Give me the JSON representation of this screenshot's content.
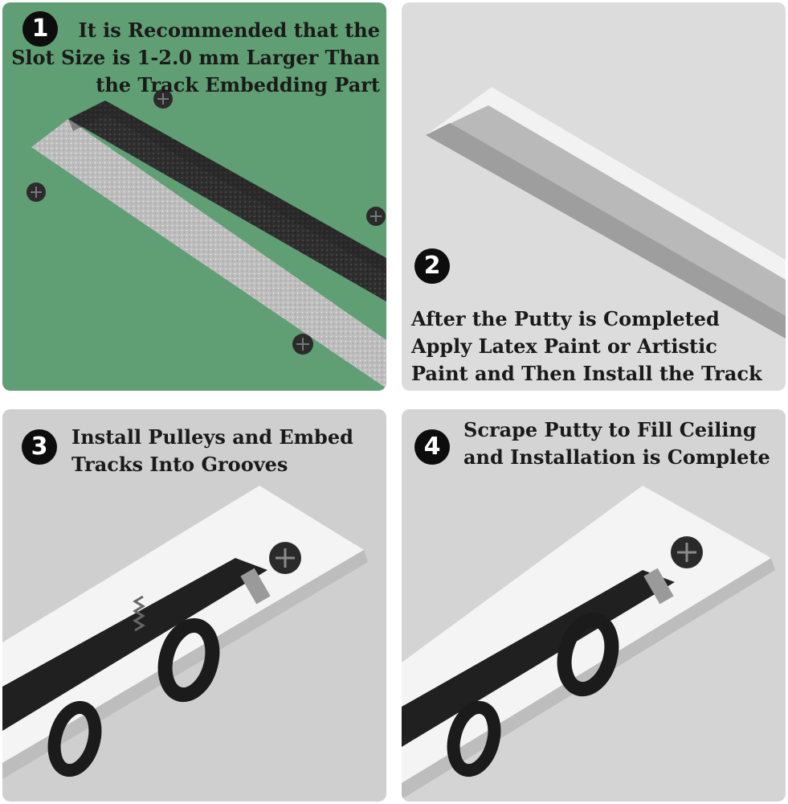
{
  "steps": [
    {
      "number": "1",
      "lines": [
        "It is Recommended that the",
        "Slot Size is 1-2.0 mm Larger Than",
        "the Track Embedding Part"
      ],
      "accent": "#5f9f73"
    },
    {
      "number": "2",
      "lines": [
        "After the Putty is Completed",
        "Apply Latex Paint or Artistic",
        "Paint and Then Install the Track"
      ],
      "accent": "#dcdcdc"
    },
    {
      "number": "3",
      "lines": [
        "Install Pulleys and Embed",
        "Tracks Into Grooves"
      ],
      "accent": "#cfcfcf"
    },
    {
      "number": "4",
      "lines": [
        "Scrape Putty to Fill Ceiling",
        "and Installation is Complete"
      ],
      "accent": "#d4d4d4"
    }
  ],
  "icons": [
    "screw-icon",
    "pulley-icon",
    "spring-icon"
  ]
}
